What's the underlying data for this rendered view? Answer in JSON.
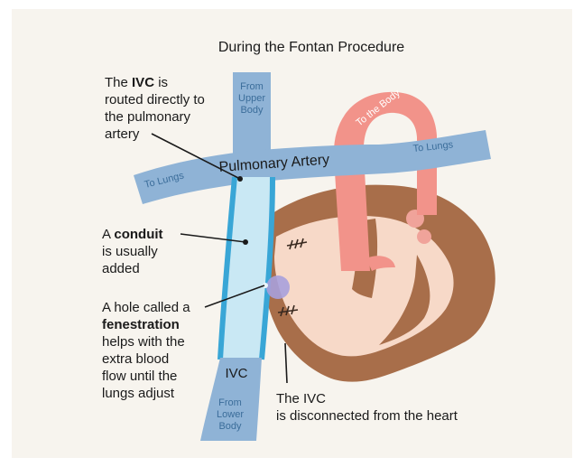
{
  "title": "During the Fontan Procedure",
  "annotations": {
    "ivc_routed": {
      "line1_pre": "The ",
      "line1_bold": "IVC",
      "line1_post": " is",
      "line2": "routed directly to",
      "line3": "the pulmonary",
      "line4": "artery"
    },
    "conduit": {
      "line1_pre": "A ",
      "line1_bold": "conduit",
      "line2": "is usually",
      "line3": "added"
    },
    "fenestration": {
      "line1": "A hole called a",
      "line2_bold": "fenestration",
      "line3": "helps with the",
      "line4": "extra blood",
      "line5": "flow until the",
      "line6": "lungs adjust"
    },
    "ivc_disconnected": {
      "line1": "The IVC",
      "line2": "is disconnected from the heart"
    }
  },
  "vessel_labels": {
    "from_upper_body": [
      "From",
      "Upper",
      "Body"
    ],
    "pulmonary_artery": "Pulmonary Artery",
    "to_lungs_left": "To Lungs",
    "to_lungs_right": "To Lungs",
    "to_the_body": "To the Body",
    "ivc": "IVC",
    "from_lower_body": [
      "From",
      "Lower",
      "Body"
    ]
  },
  "colors": {
    "panel_background": "#f7f4ee",
    "vessel_blue": "#8fb3d6",
    "vessel_blue_dark": "#6f98c2",
    "conduit_light": "#c9e8f4",
    "conduit_edge": "#39a6d6",
    "aorta_pink": "#f2938a",
    "heart_brown": "#a86e4a",
    "heart_inner": "#f7d9c8",
    "fenestration_purple": "#a7a0dc",
    "label_blue": "#3b6d9a"
  }
}
